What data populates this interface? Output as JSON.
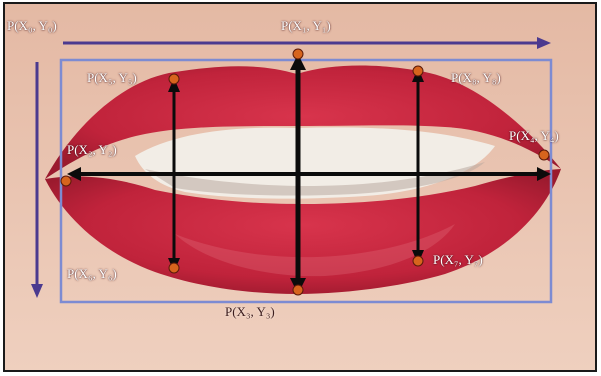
{
  "colors": {
    "skin": "#e7c1ad",
    "lip": "#c9283f",
    "lip_dark": "#8f1125",
    "teeth": "#f1ece4",
    "box": "#7d8bd2",
    "axis_arrow": "#4b3a8f",
    "measure_arrow": "#0b0b0b",
    "landmark": "#d7641d"
  },
  "labels": {
    "origin": "P(X₀, Y₀)",
    "p1": "P(X₁, Y₁)",
    "p2": "P(X₂, Y₂)",
    "p3": "P(X₃, Y₃)",
    "p4": "P(X₄, Y₄)",
    "p5": "P(X₅, Y₅)",
    "p6": "P(X₆, Y₆)",
    "p7": "P(X₇, Y₇)",
    "p8": "P(X₈, Y₈)"
  }
}
